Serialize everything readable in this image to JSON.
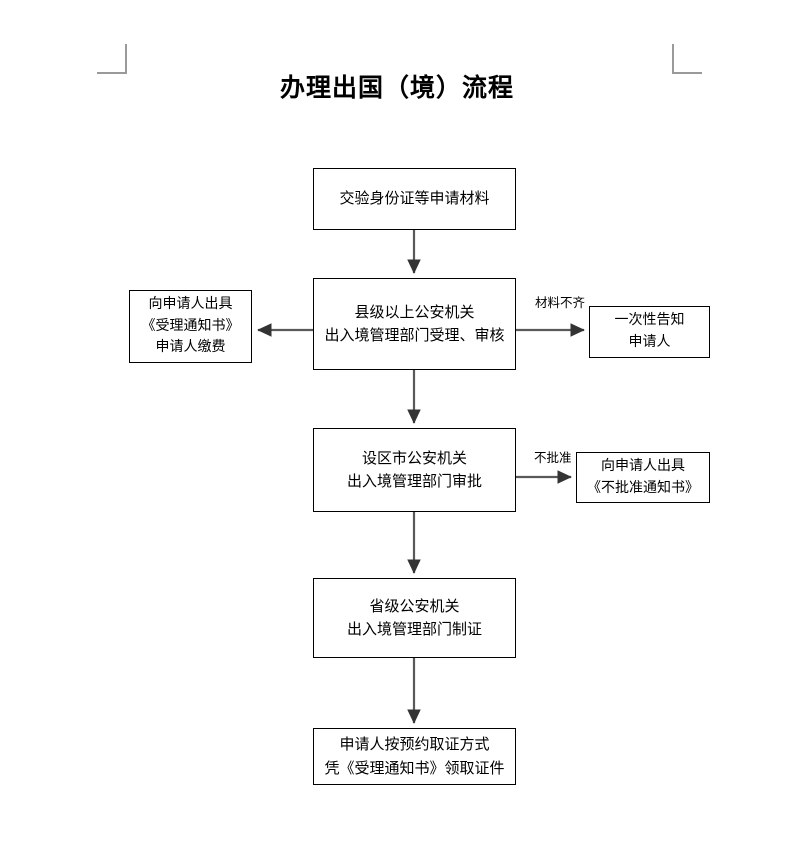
{
  "document": {
    "title": "办理出国（境）流程"
  },
  "corner_marks": {
    "top_left": "corner-mark-top-left",
    "top_right": "corner-mark-top-right"
  },
  "chart_data": {
    "type": "flowchart",
    "title": "办理出国（境）流程",
    "nodes": [
      {
        "id": "submit",
        "lines": [
          "交验身份证等申请材料"
        ],
        "column": "main",
        "order": 1
      },
      {
        "id": "county",
        "lines": [
          "县级以上公安机关",
          "出入境管理部门受理、审核"
        ],
        "column": "main",
        "order": 2
      },
      {
        "id": "receipt",
        "lines": [
          "向申请人出具",
          "《受理通知书》",
          "申请人缴费"
        ],
        "column": "left-branch",
        "order": 2
      },
      {
        "id": "notify-once",
        "lines": [
          "一次性告知",
          "申请人"
        ],
        "column": "right-branch",
        "order": 2
      },
      {
        "id": "city",
        "lines": [
          "设区市公安机关",
          "出入境管理部门审批"
        ],
        "column": "main",
        "order": 3
      },
      {
        "id": "reject",
        "lines": [
          "向申请人出具",
          "《不批准通知书》"
        ],
        "column": "right-branch",
        "order": 3
      },
      {
        "id": "province",
        "lines": [
          "省级公安机关",
          "出入境管理部门制证"
        ],
        "column": "main",
        "order": 4
      },
      {
        "id": "collect",
        "lines": [
          "申请人按预约取证方式",
          "凭《受理通知书》领取证件"
        ],
        "column": "main",
        "order": 5
      }
    ],
    "edges": [
      {
        "from": "submit",
        "to": "county",
        "label": "",
        "direction": "down"
      },
      {
        "from": "county",
        "to": "receipt",
        "label": "",
        "direction": "left"
      },
      {
        "from": "county",
        "to": "notify-once",
        "label": "材料不齐",
        "direction": "right"
      },
      {
        "from": "county",
        "to": "city",
        "label": "",
        "direction": "down"
      },
      {
        "from": "city",
        "to": "reject",
        "label": "不批准",
        "direction": "right"
      },
      {
        "from": "city",
        "to": "province",
        "label": "",
        "direction": "down"
      },
      {
        "from": "province",
        "to": "collect",
        "label": "",
        "direction": "down"
      }
    ],
    "labels": {
      "incomplete": "材料不齐",
      "not_approved": "不批准"
    },
    "colors": {
      "box_border": "#000000",
      "box_fill": "#ffffff",
      "text": "#000000",
      "connector": "#595959",
      "corner_mark": "#9a9a9a",
      "page_background": "#ffffff"
    }
  }
}
